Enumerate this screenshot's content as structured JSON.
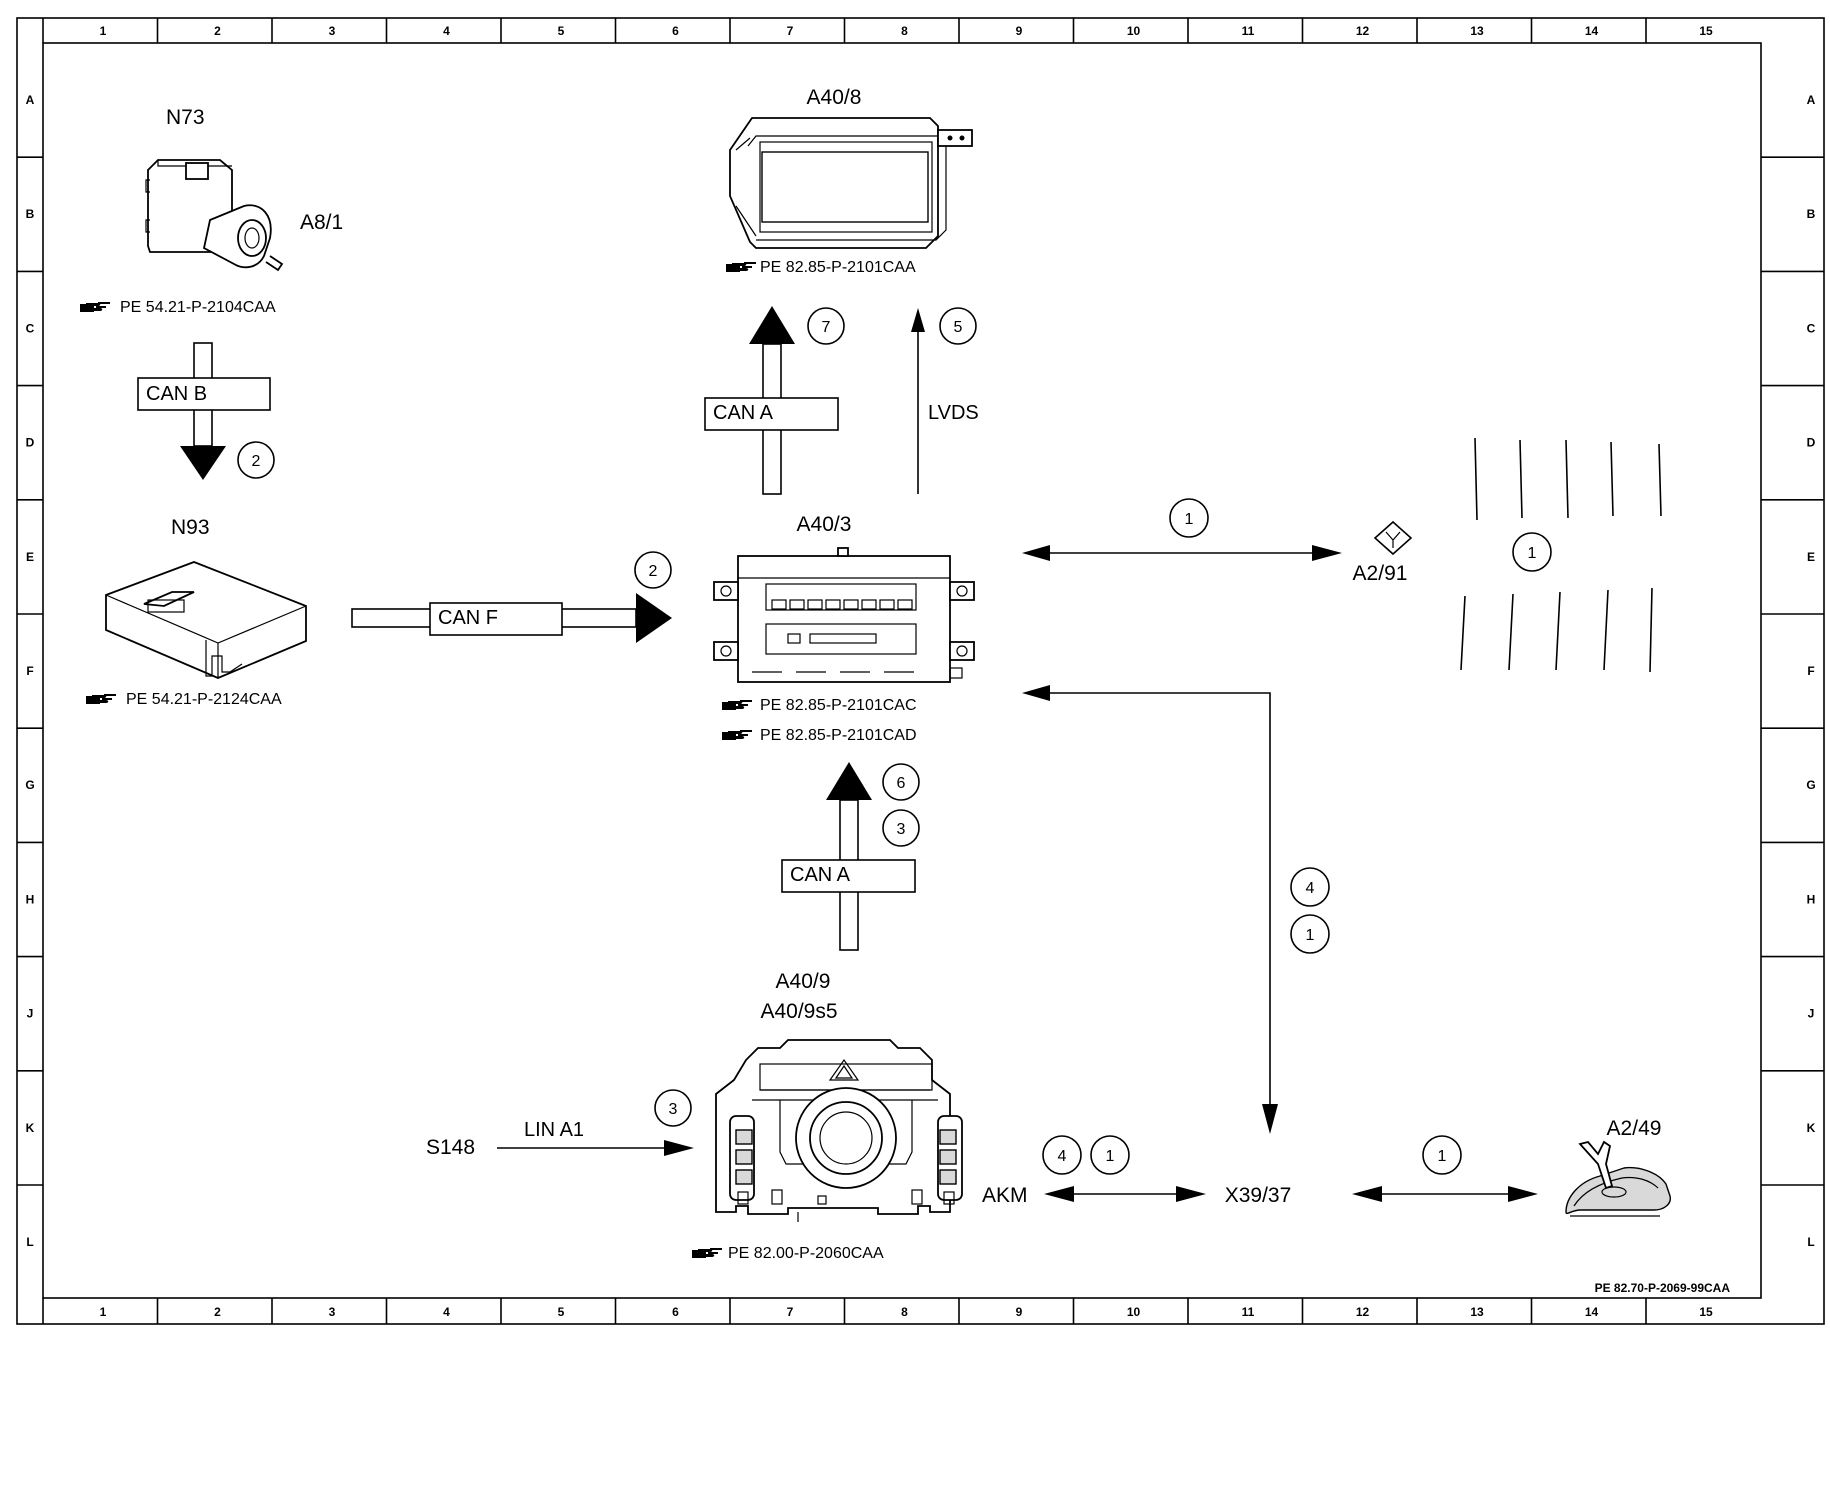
{
  "grid": {
    "columns": [
      "1",
      "2",
      "3",
      "4",
      "5",
      "6",
      "7",
      "8",
      "9",
      "10",
      "11",
      "12",
      "13",
      "14",
      "15"
    ],
    "rows": [
      "A",
      "B",
      "C",
      "D",
      "E",
      "F",
      "G",
      "H",
      "J",
      "K",
      "L"
    ]
  },
  "components": {
    "n73": "N73",
    "a8_1": "A8/1",
    "n93": "N93",
    "a40_8": "A40/8",
    "a40_3": "A40/3",
    "a40_9": "A40/9",
    "a40_9s5": "A40/9s5",
    "a2_91": "A2/91",
    "a2_49": "A2/49",
    "s148": "S148",
    "akm": "AKM",
    "x39_37": "X39/37"
  },
  "refs": {
    "n73": "PE 54.21-P-2104CAA",
    "n93": "PE 54.21-P-2124CAA",
    "a40_8": "PE 82.85-P-2101CAA",
    "a40_3_1": "PE 82.85-P-2101CAC",
    "a40_3_2": "PE 82.85-P-2101CAD",
    "a40_9": "PE 82.00-P-2060CAA"
  },
  "buses": {
    "can_b": "CAN B",
    "can_a_top": "CAN A",
    "can_a_bottom": "CAN A",
    "can_f": "CAN F",
    "lvds": "LVDS",
    "lin_a1": "LIN A1"
  },
  "markers": {
    "m_can_b": "2",
    "m_can_f": "2",
    "m_can_a_top": "7",
    "m_lvds": "5",
    "m_a2_91_link": "1",
    "m_a2_91_field": "1",
    "m_can_a_bottom_1": "6",
    "m_can_a_bottom_2": "3",
    "m_vertical_1": "4",
    "m_vertical_2": "1",
    "m_lin": "3",
    "m_akm_1": "4",
    "m_akm_2": "1",
    "m_a2_49": "1"
  },
  "doc_ref": "PE 82.70-P-2069-99CAA",
  "icons": [
    "hand-pointer-icon",
    "diamond-antenna-symbol-icon"
  ]
}
